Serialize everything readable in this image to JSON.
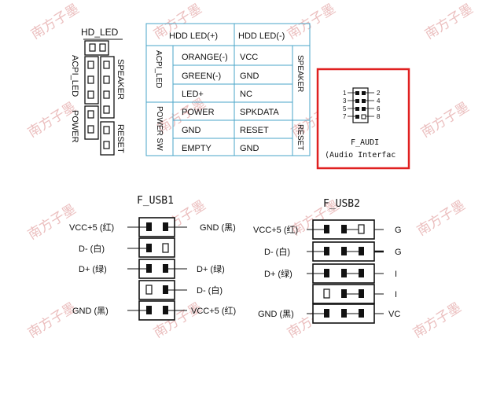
{
  "watermark": {
    "text": "南方子墨",
    "color": "#e8b4b4"
  },
  "panel_header": {
    "hd_led": "HD_LED",
    "acpi_led": "ACPI_LED",
    "speaker": "SPEAKER",
    "power": "POWER",
    "reset": "RESET"
  },
  "pin_table": {
    "head_left": "HDD LED(+)",
    "head_right": "HDD LED(-)",
    "group_acpi": "ACPI_LED",
    "group_power": "POWER SW",
    "group_speaker": "SPEAKER",
    "group_reset": "RESET",
    "rows": [
      {
        "left": "ORANGE(-)",
        "right": "VCC"
      },
      {
        "left": "GREEN(-)",
        "right": "GND"
      },
      {
        "left": "LED+",
        "right": "NC"
      },
      {
        "left": "POWER",
        "right": "SPKDATA"
      },
      {
        "left": "GND",
        "right": "RESET"
      },
      {
        "left": "EMPTY",
        "right": "GND"
      }
    ]
  },
  "f_audio": {
    "pins_left": [
      "1",
      "3",
      "5",
      "7"
    ],
    "pins_right": [
      "2",
      "4",
      "6",
      "8"
    ],
    "title": "F_AUDI",
    "subtitle": "(Audio Interfac",
    "highlight_color": "#e02020"
  },
  "f_usb1": {
    "title": "F_USB1",
    "left_labels": [
      "VCC+5 (红)",
      "D- (白)",
      "D+ (绿)",
      "GND (黑)"
    ],
    "right_labels": [
      "GND (黑)",
      "D+ (绿)",
      "D- (白)",
      "VCC+5 (红)"
    ]
  },
  "f_usb2": {
    "title": "F_USB2",
    "left_labels": [
      "VCC+5 (红)",
      "D- (白)",
      "D+ (绿)",
      "GND (黑)"
    ],
    "right_labels": [
      "G",
      "G",
      "I",
      "I",
      "VC"
    ]
  }
}
